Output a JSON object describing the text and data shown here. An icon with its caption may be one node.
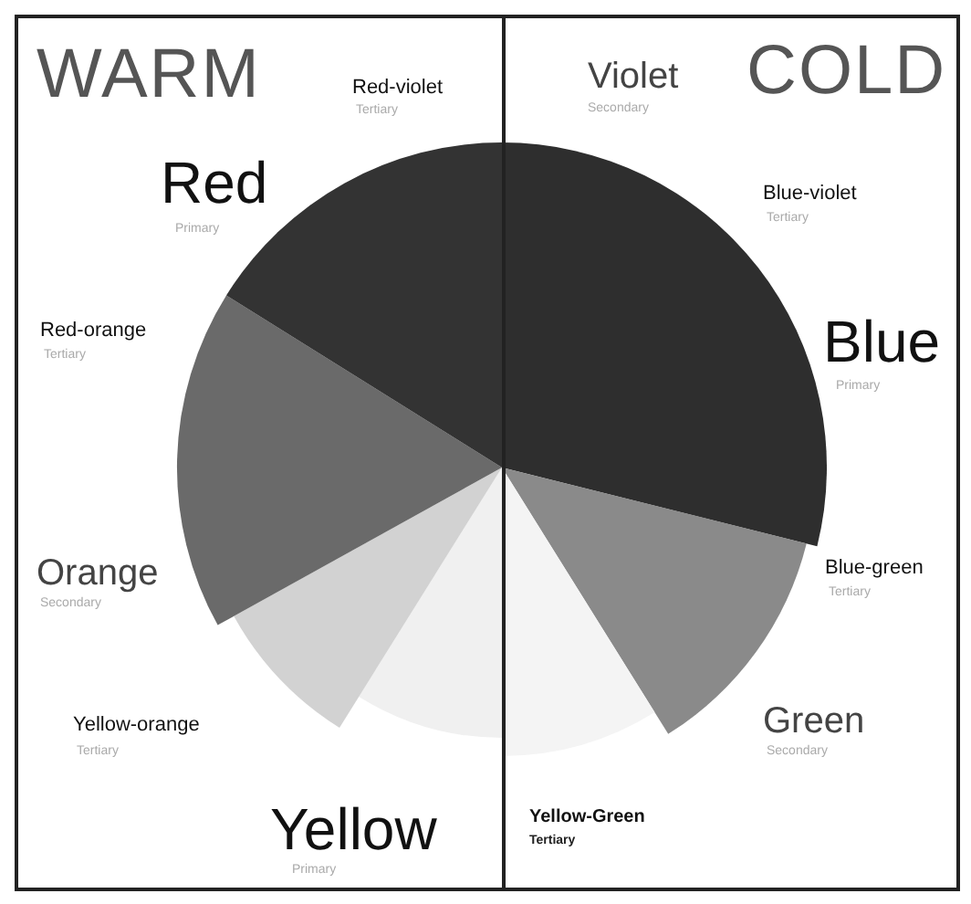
{
  "diagram": {
    "nodes": [
      {
        "text": [
          "WARM"
        ]
      },
      {
        "text": [
          "COLD"
        ]
      }
    ],
    "labels": [
      "Red-violet",
      "Tertiary",
      "Violet",
      "Secondary",
      "Red",
      "Primary",
      "Blue-violet",
      "Tertiary",
      "Red-orange",
      "Tertiary",
      "Blue",
      "Primary",
      "Orange",
      "Secondary",
      "Blue-green",
      "Tertiary",
      "Yellow-orange",
      "Tertiary",
      "Green",
      "Secondary",
      "Yellow",
      "Primary",
      "Yellow-Green",
      "Tertiary"
    ]
  }
}
